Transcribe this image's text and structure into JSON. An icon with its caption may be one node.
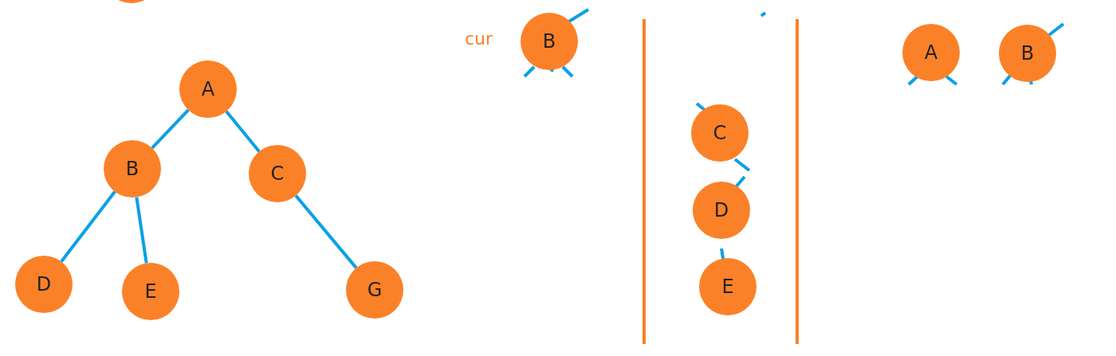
{
  "diagram": {
    "nodes": [
      {
        "text": [
          "A"
        ]
      },
      {
        "text": [
          "B"
        ]
      },
      {
        "text": [
          "C"
        ]
      },
      {
        "text": [
          "D"
        ]
      },
      {
        "text": [
          "E"
        ]
      },
      {
        "text": [
          "G"
        ]
      },
      {
        "text": [
          "B"
        ],
        "beside": [
          "cur"
        ]
      },
      {
        "text": [
          "C"
        ]
      },
      {
        "text": [
          "D"
        ]
      },
      {
        "text": [
          "E"
        ]
      },
      {
        "text": [
          "A"
        ]
      },
      {
        "text": [
          "B"
        ]
      },
      {
        "text": [],
        "shape": "circle"
      }
    ],
    "edges": [
      {
        "from": 0,
        "to": 1,
        "arrow": "none"
      },
      {
        "from": 0,
        "to": 2,
        "arrow": "none"
      },
      {
        "from": 1,
        "to": 3,
        "arrow": "none"
      },
      {
        "from": 1,
        "to": 4,
        "arrow": "none"
      },
      {
        "from": 2,
        "to": 5,
        "arrow": "none"
      }
    ]
  }
}
